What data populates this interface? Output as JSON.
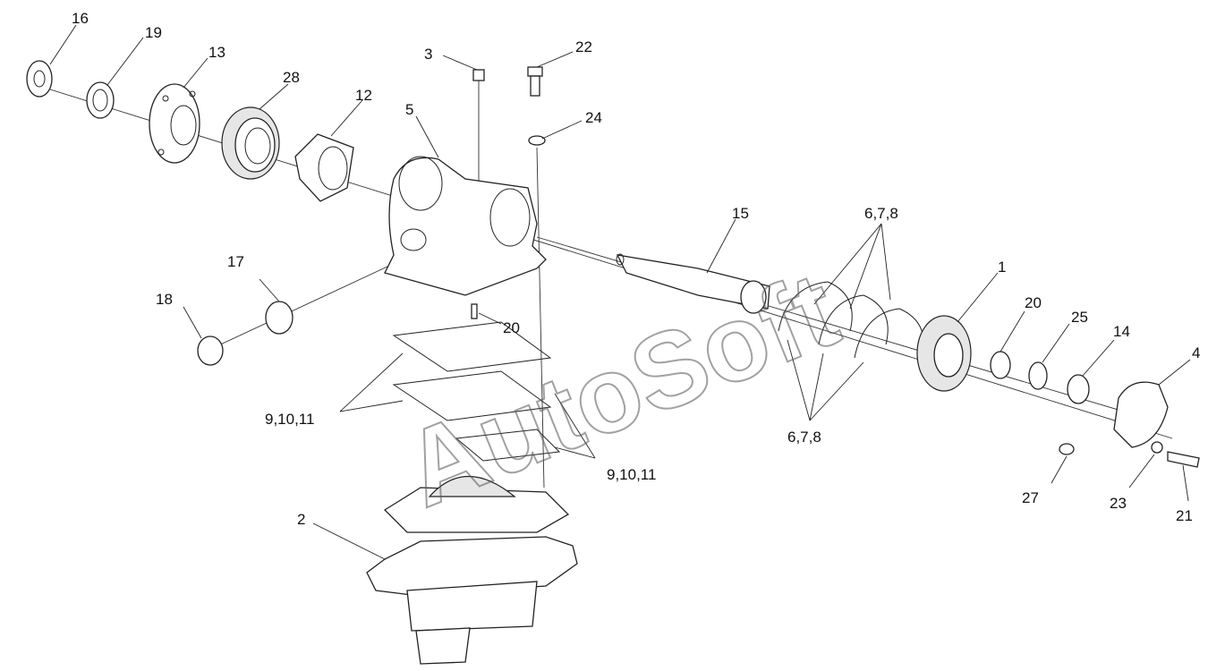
{
  "watermark": "AutoSoft",
  "callouts": {
    "c16": "16",
    "c19": "19",
    "c13": "13",
    "c28": "28",
    "c12": "12",
    "c5": "5",
    "c3": "3",
    "c22": "22",
    "c24": "24",
    "c15": "15",
    "c678_top": "6,7,8",
    "c678_bottom": "6,7,8",
    "c1": "1",
    "c20a": "20",
    "c25": "25",
    "c14": "14",
    "c4": "4",
    "c17": "17",
    "c18": "18",
    "c20b": "20",
    "c91011_left": "9,10,11",
    "c91011_right": "9,10,11",
    "c2": "2",
    "c27": "27",
    "c23": "23",
    "c21": "21"
  }
}
